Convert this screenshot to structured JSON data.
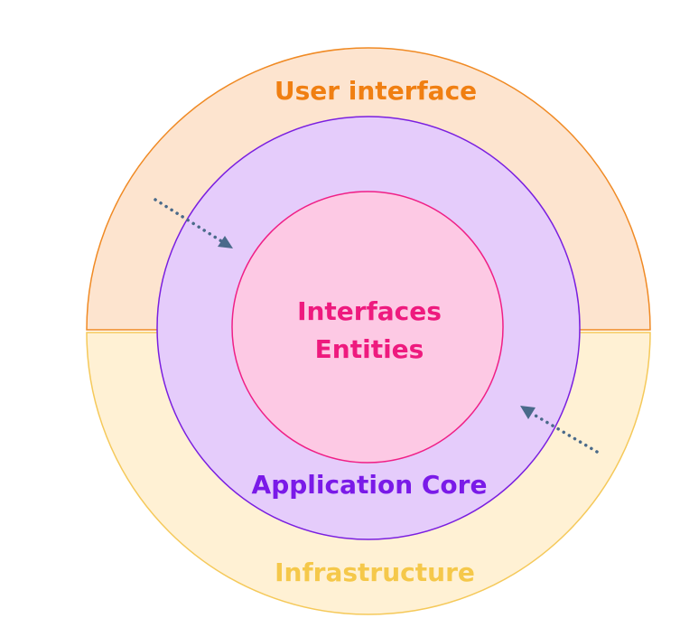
{
  "diagram": {
    "outer_top_label": "User interface",
    "outer_bottom_label": "Infrastructure",
    "middle_label": "Application Core",
    "inner_label_line1": "Interfaces",
    "inner_label_line2": "Entities"
  },
  "colors": {
    "ui_fill": "#fde4cf",
    "ui_stroke": "#f08a24",
    "ui_text": "#f07f12",
    "infra_fill": "#fff1d4",
    "infra_stroke": "#f5c95a",
    "infra_text": "#f5c84a",
    "core_fill": "#e5ccfb",
    "core_stroke": "#7a1fe0",
    "core_text": "#7a1ae8",
    "inner_fill": "#fdc9e4",
    "inner_stroke": "#f01f86",
    "inner_text": "#ee1a7e",
    "arrow": "#4a6a8a"
  }
}
